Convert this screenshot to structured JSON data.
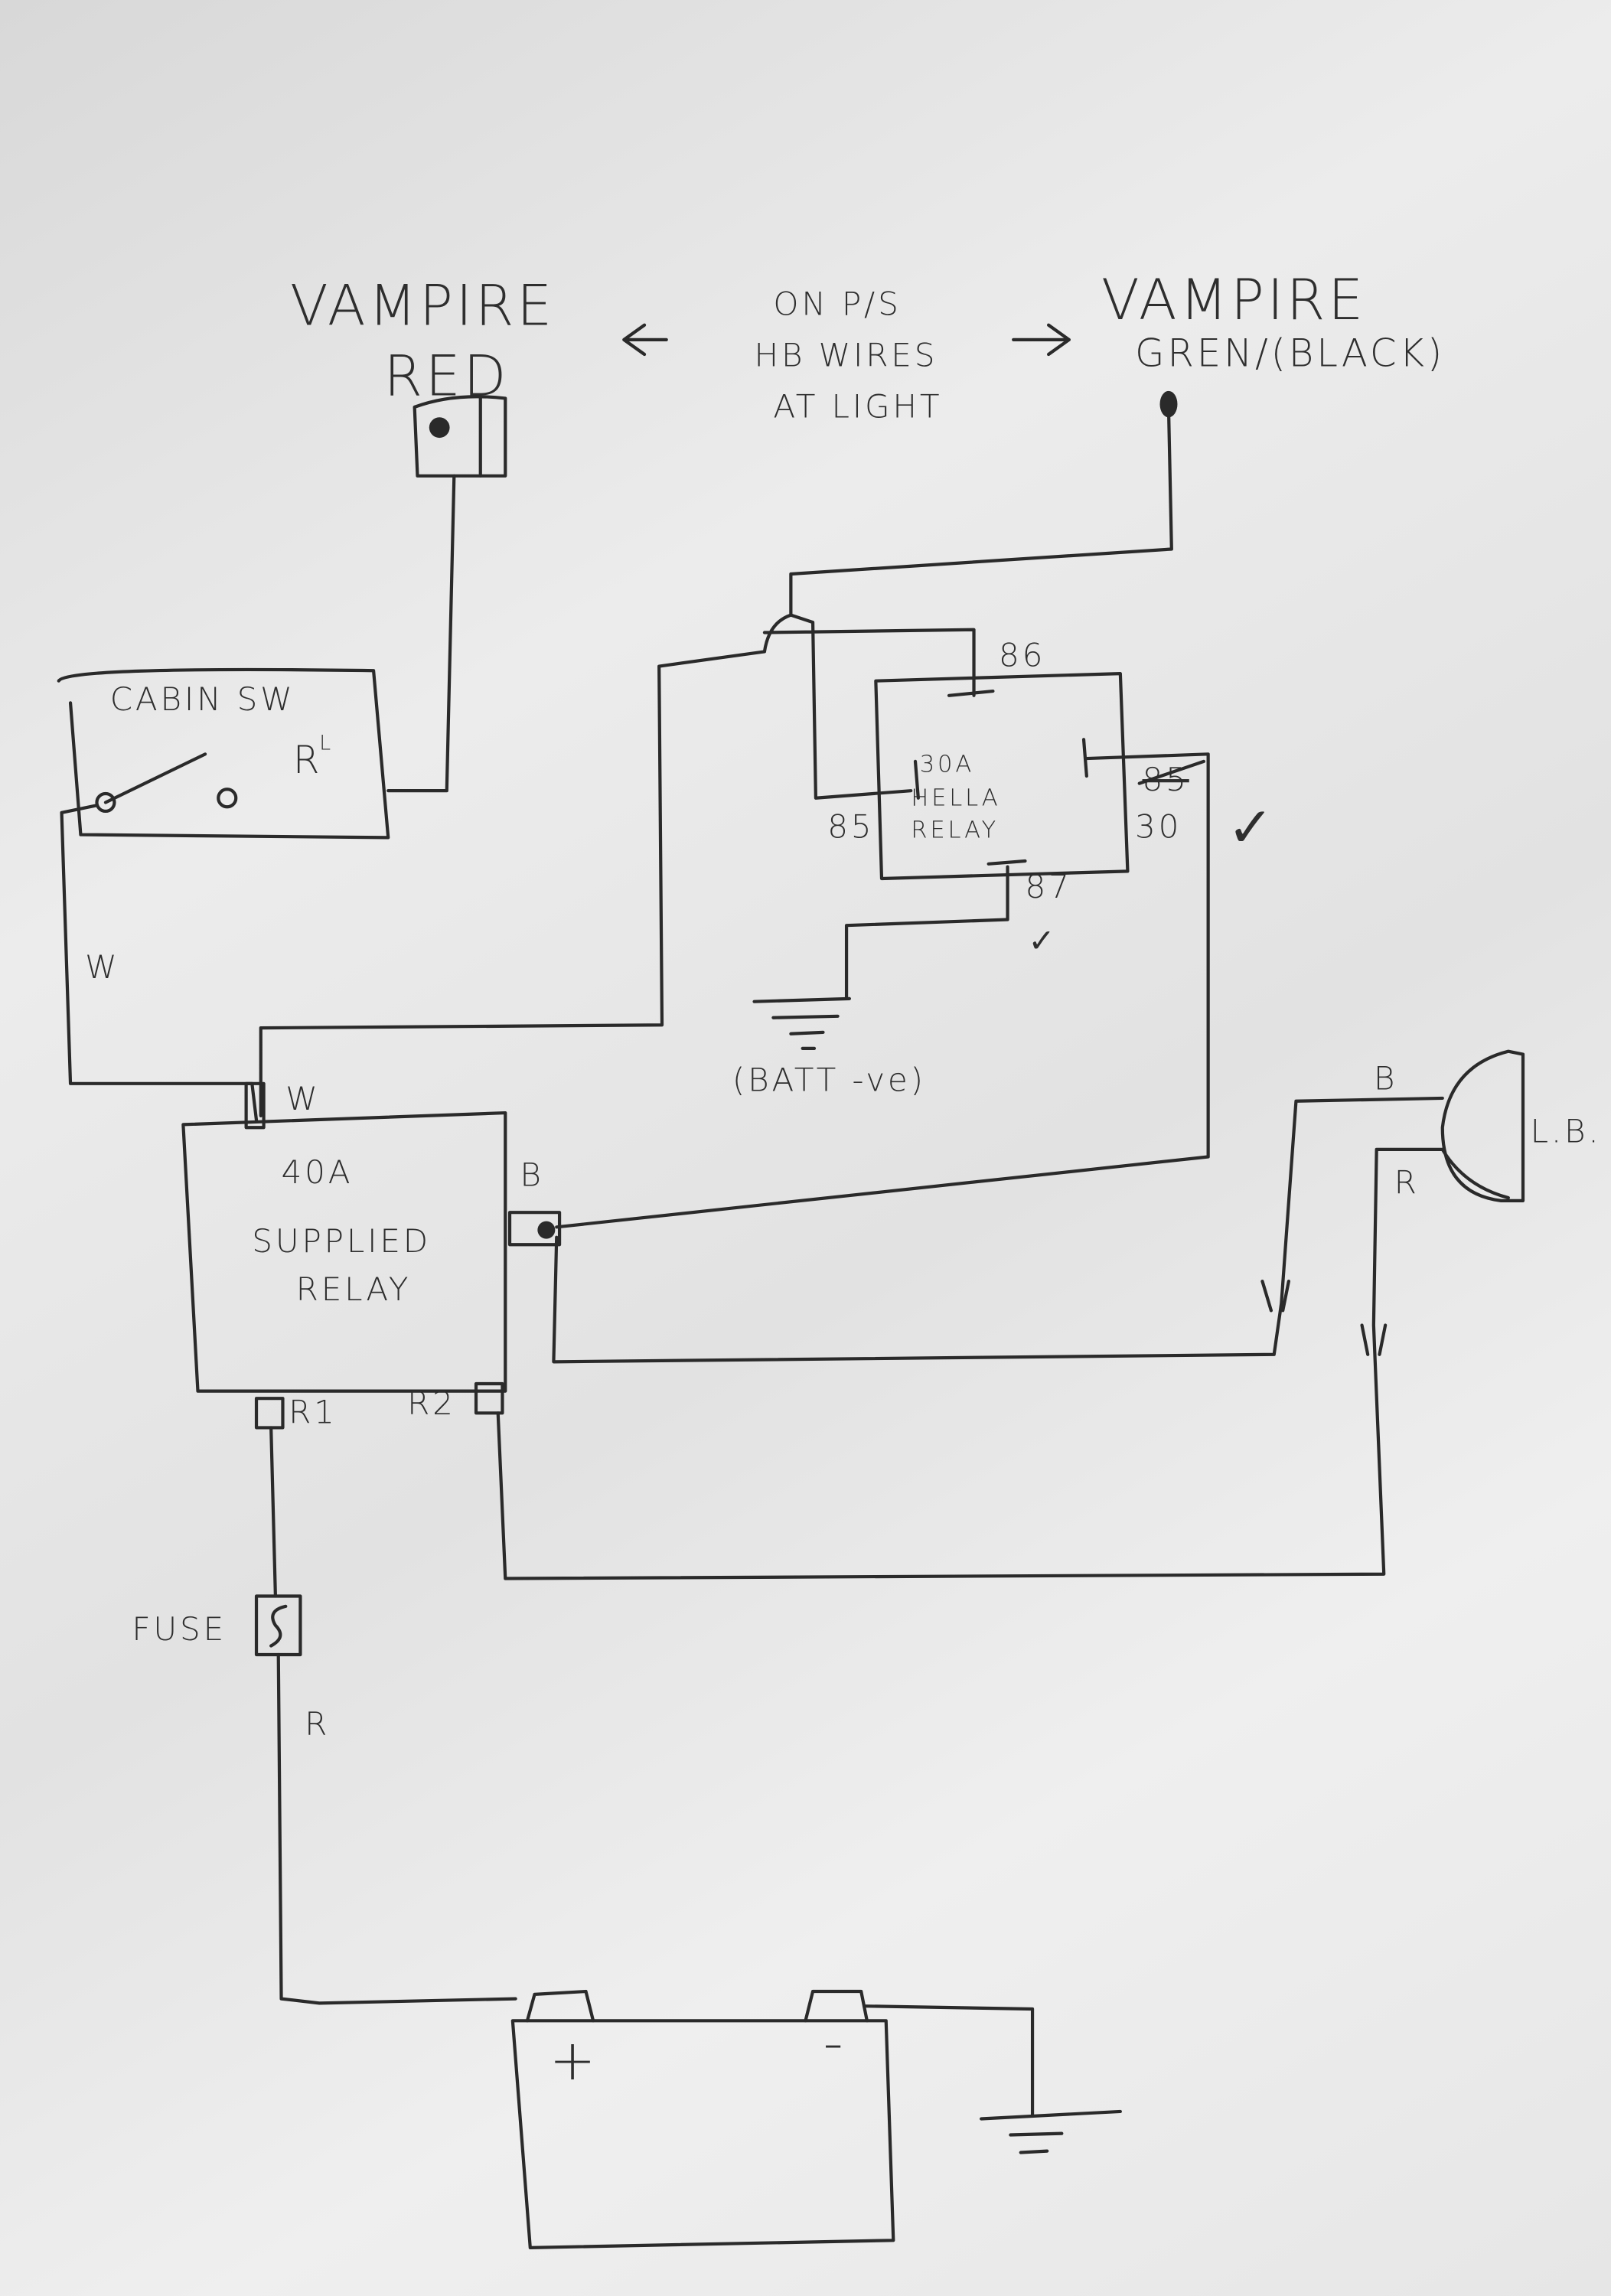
{
  "labels": {
    "vampire_left": "VAMPIRE",
    "vampire_left_color": "RED",
    "center_line1": "ON P/S",
    "center_line2": "HB WIRES",
    "center_line3": "AT LIGHT",
    "vampire_right": "VAMPIRE",
    "vampire_right_color": "GREN/(BLACK)",
    "cabin_switch": "CABIN SW",
    "cabin_switch_mark": "R",
    "cabin_switch_mark_sup": "L",
    "wire_w_left": "W",
    "wire_w_terminal": "W",
    "hella_relay_line1": "30A",
    "hella_relay_line2": "HELLA",
    "hella_relay_line3": "RELAY",
    "pin_86": "86",
    "pin_85": "85",
    "pin_30": "30",
    "pin_30_crossed": "85",
    "pin_87": "87",
    "batt_neg": "(BATT -ve)",
    "supplied_relay_line1": "40A",
    "supplied_relay_line2": "SUPPLIED",
    "supplied_relay_line3": "RELAY",
    "terminal_b": "B",
    "terminal_r1": "R1",
    "terminal_r2": "R2",
    "wire_b_light": "B",
    "wire_r_light": "R",
    "light_bulb": "L.B.",
    "fuse": "FUSE",
    "wire_r_fuse": "R",
    "battery_pos": "+",
    "battery_neg": "-",
    "check_mark": "✓"
  }
}
